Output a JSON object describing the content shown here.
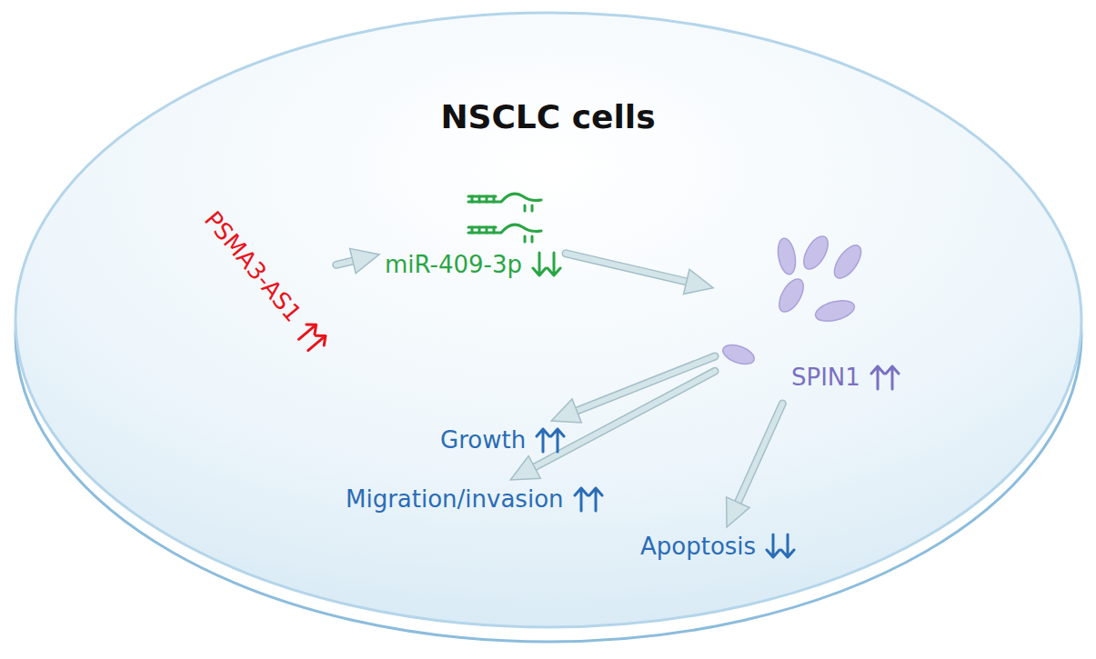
{
  "diagram": {
    "title": "NSCLC cells",
    "nodes": [
      {
        "text": [
          "PSMA3-AS1"
        ]
      },
      {
        "text": [
          "miR-409-3p"
        ]
      },
      {
        "text": [
          "SPIN1"
        ]
      },
      {
        "text": [
          "Growth"
        ]
      },
      {
        "text": [
          "Migration/invasion"
        ]
      },
      {
        "text": [
          "Apoptosis"
        ]
      }
    ],
    "edges": [
      {
        "from": 0,
        "to": 1,
        "arrow": "to"
      },
      {
        "from": 1,
        "to": 2,
        "arrow": "to"
      },
      {
        "from": 2,
        "to": 3,
        "arrow": "to"
      },
      {
        "from": 2,
        "to": 4,
        "arrow": "to"
      },
      {
        "from": 2,
        "to": 5,
        "arrow": "to"
      }
    ]
  }
}
